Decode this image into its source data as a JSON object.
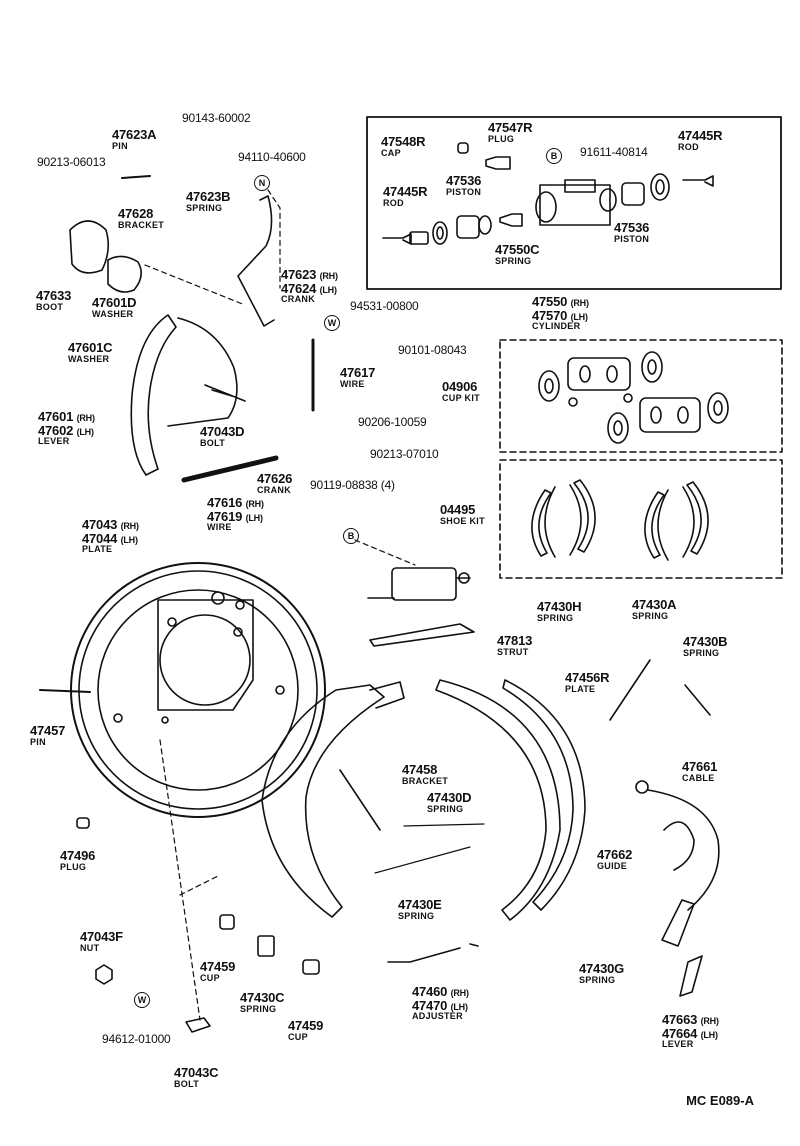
{
  "figure_code": "MC E089-A",
  "symbols": {
    "n": "N",
    "b": "B",
    "w": "W"
  },
  "labels": {
    "p47623a": {
      "num": "47623A",
      "name": "PIN"
    },
    "p90143": {
      "num": "90143-60002"
    },
    "p90213_06013": {
      "num": "90213-06013"
    },
    "p94110": {
      "num": "94110-40600"
    },
    "p47623b": {
      "num": "47623B",
      "name": "SPRING"
    },
    "p47628": {
      "num": "47628",
      "name": "BRACKET"
    },
    "p47633": {
      "num": "47633",
      "name": "BOOT"
    },
    "p47601d": {
      "num": "47601D",
      "name": "WASHER"
    },
    "p47623": {
      "num": "47623",
      "sfx": "(RH)"
    },
    "p47624": {
      "num": "47624",
      "sfx": "(LH)",
      "name": "CRANK"
    },
    "p94531": {
      "num": "94531-00800"
    },
    "p47601c": {
      "num": "47601C",
      "name": "WASHER"
    },
    "p90101": {
      "num": "90101-08043"
    },
    "p47617": {
      "num": "47617",
      "name": "WIRE"
    },
    "p47601": {
      "num": "47601",
      "sfx": "(RH)"
    },
    "p47602": {
      "num": "47602",
      "sfx": "(LH)",
      "name": "LEVER"
    },
    "p47043d": {
      "num": "47043D",
      "name": "BOLT"
    },
    "p90206": {
      "num": "90206-10059"
    },
    "p90213_07010": {
      "num": "90213-07010"
    },
    "p47626": {
      "num": "47626",
      "name": "CRANK"
    },
    "p90119": {
      "num": "90119-08838 (4)"
    },
    "p47616": {
      "num": "47616",
      "sfx": "(RH)"
    },
    "p47619": {
      "num": "47619",
      "sfx": "(LH)",
      "name": "WIRE"
    },
    "p47548r": {
      "num": "47548R",
      "name": "CAP"
    },
    "p47547r": {
      "num": "47547R",
      "name": "PLUG"
    },
    "p91611": {
      "num": "91611-40814"
    },
    "p47445r_a": {
      "num": "47445R",
      "name": "ROD"
    },
    "p47536_a": {
      "num": "47536",
      "name": "PISTON"
    },
    "p47445r_b": {
      "num": "47445R",
      "name": "ROD"
    },
    "p47550c": {
      "num": "47550C",
      "name": "SPRING"
    },
    "p47536_b": {
      "num": "47536",
      "name": "PISTON"
    },
    "p47550": {
      "num": "47550",
      "sfx": "(RH)"
    },
    "p47570": {
      "num": "47570",
      "sfx": "(LH)",
      "name": "CYLINDER"
    },
    "p04906": {
      "num": "04906",
      "name": "CUP KIT"
    },
    "p04495": {
      "num": "04495",
      "name": "SHOE KIT"
    },
    "p47043": {
      "num": "47043",
      "sfx": "(RH)"
    },
    "p47044": {
      "num": "47044",
      "sfx": "(LH)",
      "name": "PLATE"
    },
    "p47430h": {
      "num": "47430H",
      "name": "SPRING"
    },
    "p47430a": {
      "num": "47430A",
      "name": "SPRING"
    },
    "p47813": {
      "num": "47813",
      "name": "STRUT"
    },
    "p47430b": {
      "num": "47430B",
      "name": "SPRING"
    },
    "p47456r": {
      "num": "47456R",
      "name": "PLATE"
    },
    "p47457": {
      "num": "47457",
      "name": "PIN"
    },
    "p47458": {
      "num": "47458",
      "name": "BRACKET"
    },
    "p47430d": {
      "num": "47430D",
      "name": "SPRING"
    },
    "p47661": {
      "num": "47661",
      "name": "CABLE"
    },
    "p47496": {
      "num": "47496",
      "name": "PLUG"
    },
    "p47662": {
      "num": "47662",
      "name": "GUIDE"
    },
    "p47430e": {
      "num": "47430E",
      "name": "SPRING"
    },
    "p47043f": {
      "num": "47043F",
      "name": "NUT"
    },
    "p47459_a": {
      "num": "47459",
      "name": "CUP"
    },
    "p47430c": {
      "num": "47430C",
      "name": "SPRING"
    },
    "p47459_b": {
      "num": "47459",
      "name": "CUP"
    },
    "p94612": {
      "num": "94612-01000"
    },
    "p47460": {
      "num": "47460",
      "sfx": "(RH)"
    },
    "p47470": {
      "num": "47470",
      "sfx": "(LH)",
      "name": "ADJUSTER"
    },
    "p47430g": {
      "num": "47430G",
      "name": "SPRING"
    },
    "p47663": {
      "num": "47663",
      "sfx": "(RH)"
    },
    "p47664": {
      "num": "47664",
      "sfx": "(LH)",
      "name": "LEVER"
    },
    "p47043c": {
      "num": "47043C",
      "name": "BOLT"
    }
  }
}
